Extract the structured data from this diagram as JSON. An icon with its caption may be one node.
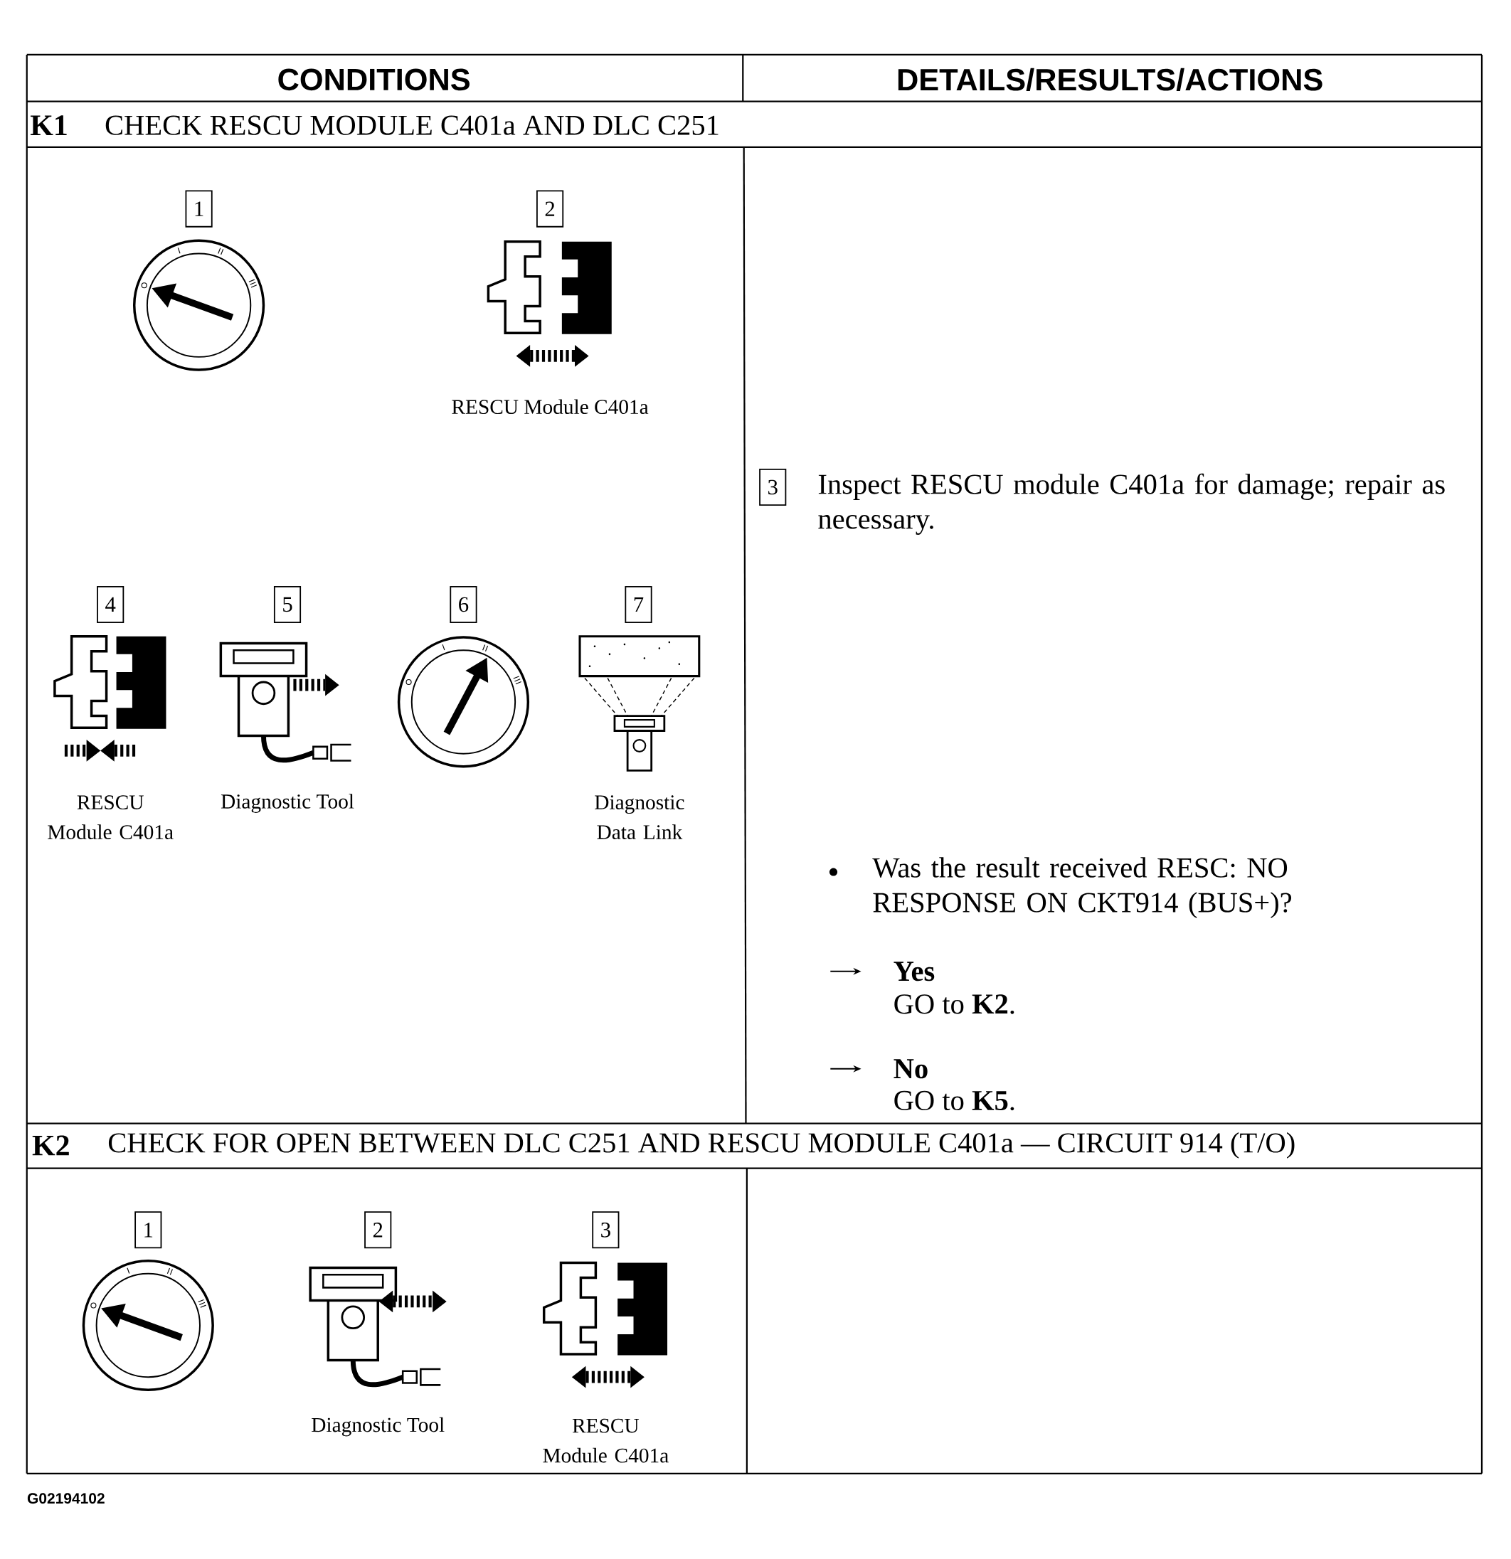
{
  "diagram": {
    "nodes": [
      {
        "text": [
          "1"
        ]
      },
      {
        "text": [
          "2"
        ]
      },
      {
        "text": [
          "3"
        ],
        "beside": [
          "Inspect RESCU module C401a for damage; repair as necessary."
        ]
      },
      {
        "text": [
          "4"
        ]
      },
      {
        "text": [
          "5"
        ]
      },
      {
        "text": [
          "6"
        ]
      },
      {
        "text": [
          "7"
        ]
      },
      {
        "text": [
          "1"
        ]
      },
      {
        "text": [
          "2"
        ]
      },
      {
        "text": [
          "3"
        ]
      }
    ],
    "labels": [
      "CONDITIONS",
      "DETAILS/RESULTS/ACTIONS",
      "K1",
      "CHECK RESCU MODULE C401a AND DLC C251",
      "RESCU Module C401a",
      "RESCU Module C401a",
      "Diagnostic Tool",
      "Diagnostic Data Link",
      "Was the result received RESC: NO RESPONSE ON CKT914 (BUS+)?",
      "Yes",
      "GO to **K2**.",
      "No",
      "GO to **K5**.",
      "K2",
      "CHECK FOR OPEN BETWEEN DLC C251 AND RESCU MODULE C401a — CIRCUIT 914 (T/O)",
      "Diagnostic Tool",
      "RESCU Module C401a",
      "G02194102"
    ]
  }
}
